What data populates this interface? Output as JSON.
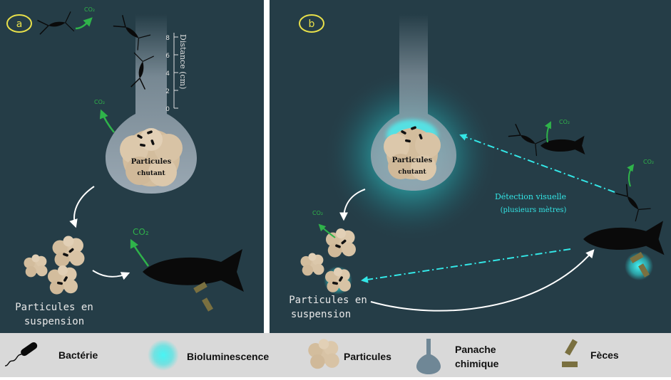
{
  "panel_a": {
    "badge": "a",
    "co2": "CO₂",
    "distance_axis": {
      "label": "Distance (cm)",
      "ticks": [
        "8",
        "6",
        "4",
        "2",
        "0"
      ]
    },
    "plume_label_line1": "Particules",
    "plume_label_line2": "chutant",
    "suspension_line1": "Particules en",
    "suspension_line2": "suspension"
  },
  "panel_b": {
    "badge": "b",
    "co2": "CO₂",
    "plume_label_line1": "Particules",
    "plume_label_line2": "chutant",
    "detection_line1": "Détection visuelle",
    "detection_line2": "(plusieurs mètres)",
    "suspension_line1": "Particules en",
    "suspension_line2": "suspension"
  },
  "legend": {
    "items": [
      {
        "icon": "bacterium-icon",
        "label": "Bactérie"
      },
      {
        "icon": "bioluminescence-icon",
        "label": "Bioluminescence"
      },
      {
        "icon": "particles-icon",
        "label": "Particules"
      },
      {
        "icon": "chemical-plume-icon",
        "label_line1": "Panache",
        "label_line2": "chimique"
      },
      {
        "icon": "feces-icon",
        "label": "Fèces"
      }
    ]
  },
  "colors": {
    "panel_bg": "#253d47",
    "legend_bg": "#d9d9d9",
    "co2_green": "#2fb34a",
    "cyan_glow": "#33e6e6",
    "badge_yellow": "#e8e04a",
    "particle": "#d8c3a5",
    "plume": "#9aa8b3",
    "feces": "#7a7040"
  }
}
